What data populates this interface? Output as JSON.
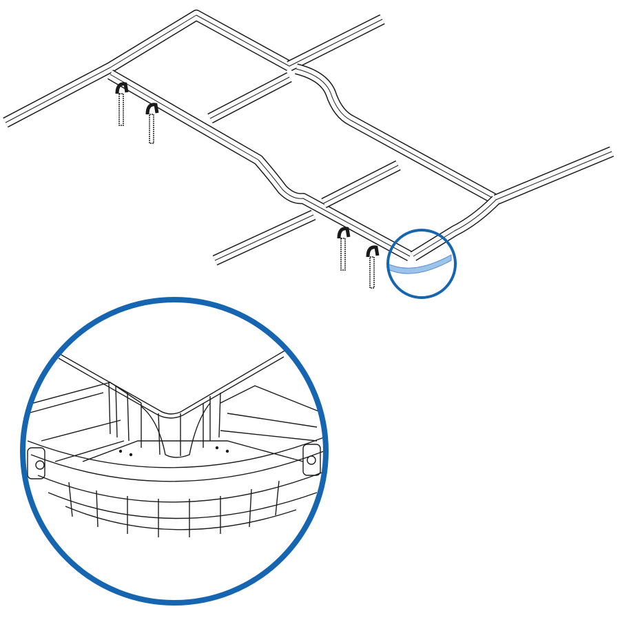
{
  "colors": {
    "background": "#ffffff",
    "line": "#1a1a1a",
    "highlight_circle": "#1565b0",
    "highlight_fill": "#9cc3ea"
  },
  "overview": {
    "name": "cable-tray-system-overview",
    "hangers": 4
  },
  "detail": {
    "name": "corner-fitting-detail-magnified"
  }
}
